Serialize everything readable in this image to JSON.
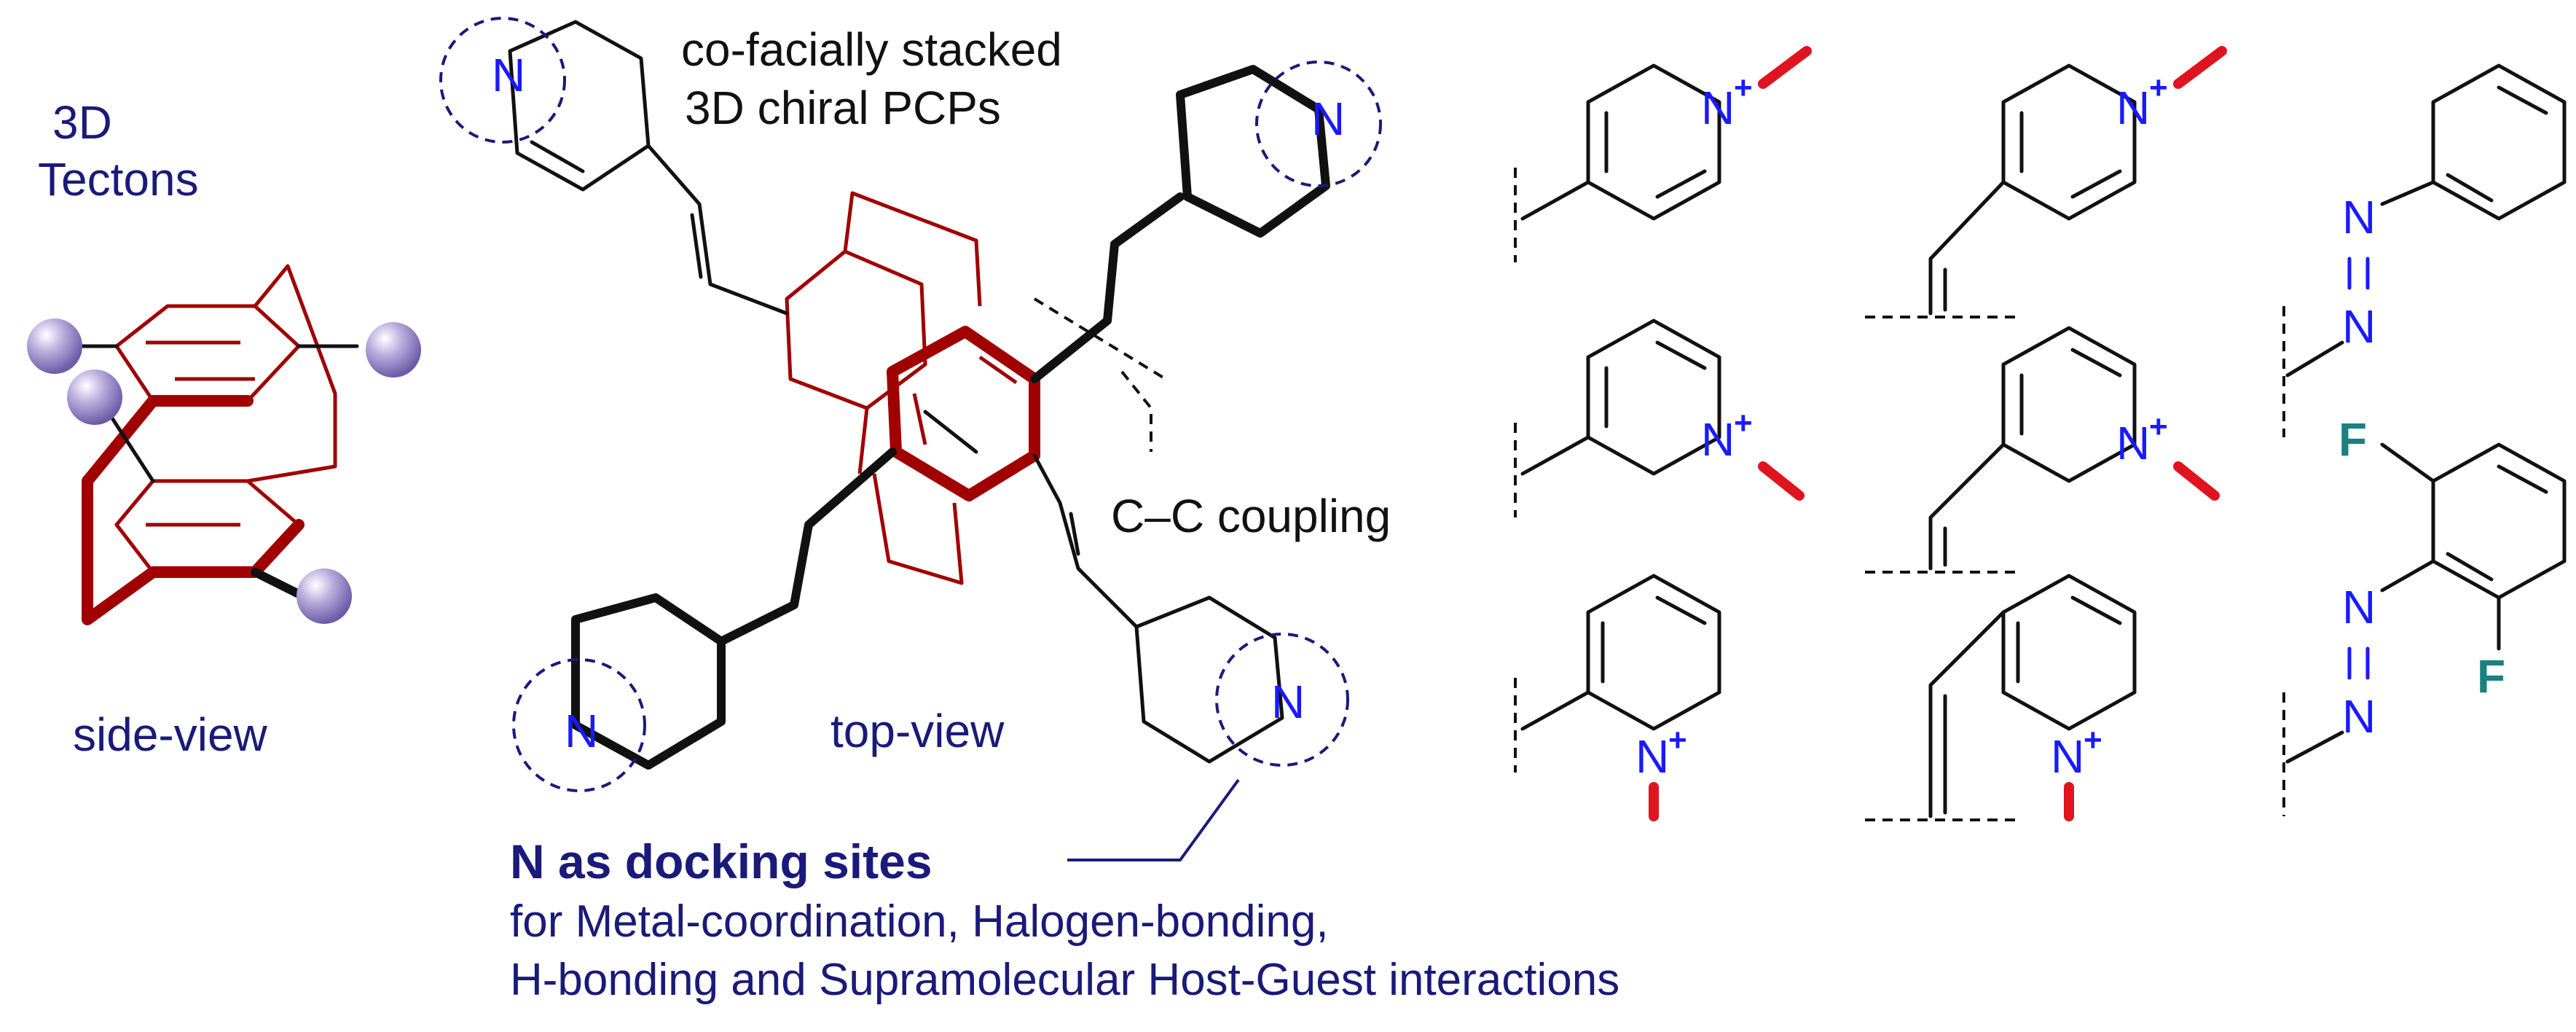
{
  "labels": {
    "tectons_line1": "3D",
    "tectons_line2": "Tectons",
    "side_view": "side-view",
    "top_view": "top-view",
    "stacked_line1": "co-facially stacked",
    "stacked_line2": "3D chiral PCPs",
    "coupling": "C–C coupling",
    "docking_title": "N as docking sites",
    "docking_line1": "for Metal-coordination, Halogen-bonding,",
    "docking_line2": "H-bonding and Supramolecular Host-Guest interactions"
  },
  "atoms": {
    "nitrogen": "N",
    "nitrogen_plus": "N",
    "plus_sign": "+",
    "fluorine": "F"
  },
  "colors": {
    "navy_text": "#1a1a7a",
    "nitrogen": "#1a1aff",
    "fluorine": "#1a8080",
    "pcp_red": "#a00000",
    "methyl_red": "#e0141e",
    "substituent_sphere": "#a89cd0"
  }
}
